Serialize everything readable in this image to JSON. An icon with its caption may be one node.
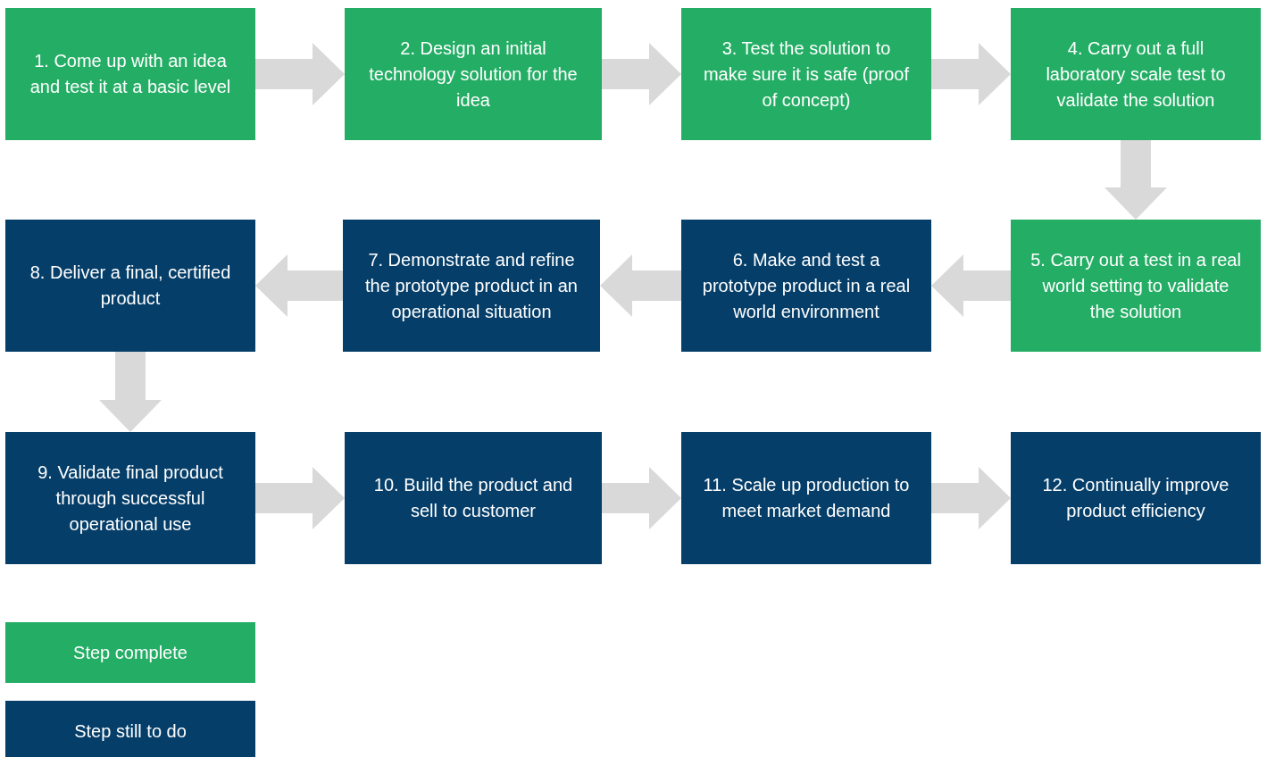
{
  "diagram": {
    "nodes": [
      {
        "text": [
          "1. Come up with an idea and test it at a basic level"
        ]
      },
      {
        "text": [
          "2. Design an initial technology solution for the idea"
        ]
      },
      {
        "text": [
          "3. Test the solution to make sure it is safe (proof of concept)"
        ]
      },
      {
        "text": [
          "4. Carry out a full laboratory scale test to validate the solution"
        ]
      },
      {
        "text": [
          "5. Carry out a test in a real world setting to validate the solution"
        ]
      },
      {
        "text": [
          "6. Make and test a prototype product in a real world environment"
        ]
      },
      {
        "text": [
          "7. Demonstrate and refine the prototype product in an operational situation"
        ]
      },
      {
        "text": [
          "8. Deliver a final, certified product"
        ]
      },
      {
        "text": [
          "9. Validate final product through successful operational use"
        ]
      },
      {
        "text": [
          "10. Build the product and sell to customer"
        ]
      },
      {
        "text": [
          "11. Scale up production to meet market demand"
        ]
      },
      {
        "text": [
          "12. Continually improve product efficiency"
        ]
      }
    ],
    "edges": [
      {
        "from": 0,
        "to": 1,
        "arrow": "to"
      },
      {
        "from": 1,
        "to": 2,
        "arrow": "to"
      },
      {
        "from": 2,
        "to": 3,
        "arrow": "to"
      },
      {
        "from": 3,
        "to": 4,
        "arrow": "to"
      },
      {
        "from": 4,
        "to": 5,
        "arrow": "to"
      },
      {
        "from": 5,
        "to": 6,
        "arrow": "to"
      },
      {
        "from": 6,
        "to": 7,
        "arrow": "to"
      },
      {
        "from": 7,
        "to": 8,
        "arrow": "to"
      },
      {
        "from": 8,
        "to": 9,
        "arrow": "to"
      },
      {
        "from": 9,
        "to": 10,
        "arrow": "to"
      },
      {
        "from": 10,
        "to": 11,
        "arrow": "to"
      }
    ],
    "legend": [
      {
        "text": "Step complete",
        "color": "#24ad65"
      },
      {
        "text": "Step still to do",
        "color": "#053e69"
      }
    ]
  }
}
